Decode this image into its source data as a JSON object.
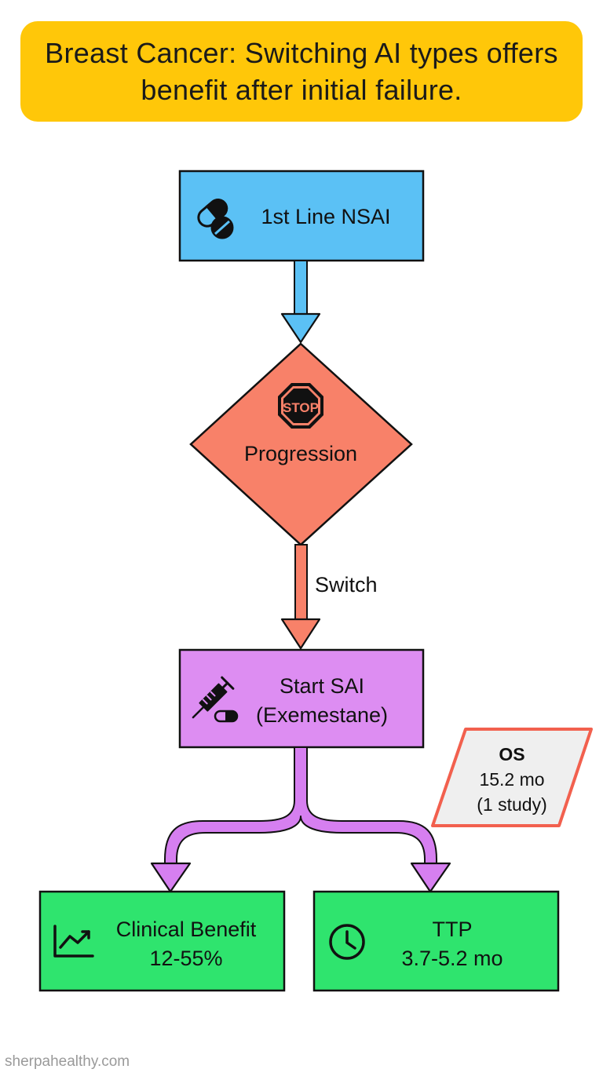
{
  "title": "Breast Cancer: Switching AI types offers benefit after initial failure.",
  "colors": {
    "title_bg": "#FFC709",
    "nsai_box": "#5BC1F5",
    "nsai_arrow": "#5BC1F5",
    "progression_diamond": "#F88169",
    "switch_arrow": "#F88169",
    "sai_box": "#DD8DF2",
    "sai_arrow": "#D67FF0",
    "outcome_box": "#2FE46E",
    "os_border": "#F2604E",
    "os_fill": "#EFEFEF"
  },
  "nodes": {
    "nsai": {
      "label": "1st Line NSAI",
      "icon": "pills-icon"
    },
    "progression": {
      "label": "Progression",
      "icon": "stop-sign-icon",
      "icon_text": "STOP"
    },
    "switch_label": "Switch",
    "sai": {
      "line1": "Start SAI",
      "line2": "(Exemestane)",
      "icon": "syringe-pill-icon"
    },
    "os": {
      "title": "OS",
      "line1": "15.2 mo",
      "line2": "(1 study)"
    },
    "clinical_benefit": {
      "line1": "Clinical Benefit",
      "line2": "12-55%",
      "icon": "trend-chart-icon"
    },
    "ttp": {
      "line1": "TTP",
      "line2": "3.7-5.2 mo",
      "icon": "clock-icon"
    }
  },
  "footer": "sherpahealthy.com"
}
